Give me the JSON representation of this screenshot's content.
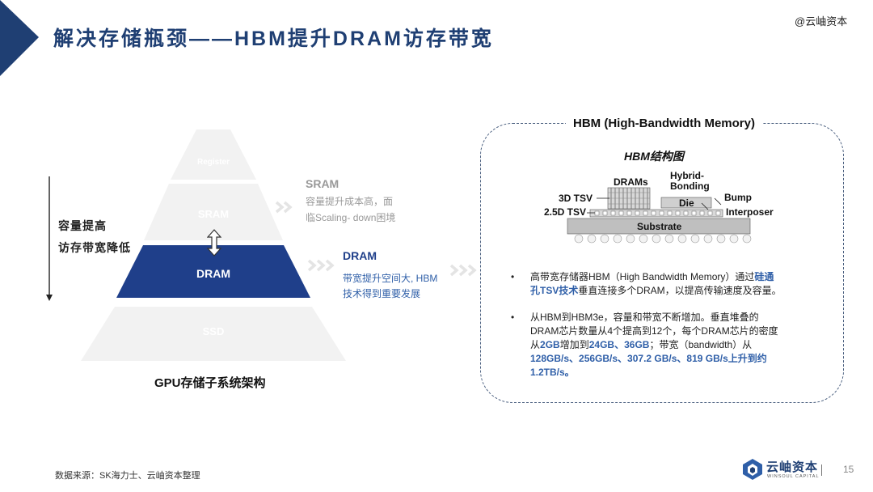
{
  "header": {
    "title": "解决存储瓶颈——HBM提升DRAM访存带宽",
    "watermark": "@云岫资本"
  },
  "pyramid": {
    "levels": [
      "Register",
      "SRAM",
      "DRAM",
      "SSD"
    ],
    "caption": "GPU存储子系统架构",
    "left_label_1": "容量提高",
    "left_label_2": "访存带宽降低"
  },
  "sram_note": {
    "heading": "SRAM",
    "line1": "容量提升成本高，面",
    "line2": "临Scaling- down困境"
  },
  "dram_note": {
    "heading": "DRAM",
    "line1": "带宽提升空间大, HBM",
    "line2": "技术得到重要发展"
  },
  "hbm_box": {
    "title": "HBM (High-Bandwidth Memory)",
    "diagram_title": "HBM结构图",
    "labels": {
      "drams": "DRAMs",
      "hybrid": "Hybrid-",
      "bonding": "Bonding",
      "tsv3d": "3D TSV",
      "tsv25d": "2.5D TSV",
      "die": "Die",
      "bump": "Bump",
      "interposer": "Interposer",
      "substrate": "Substrate"
    },
    "bullet_mark": "•",
    "bullet1": {
      "l1_a": "高带宽存储器HBM（High Bandwidth Memory）通过",
      "l1_b": "硅通",
      "l2_a": "孔TSV技术",
      "l2_b": "垂直连接多个DRAM，以提高传输速度及容量。"
    },
    "bullet2": {
      "l1": "从HBM到HBM3e，容量和带宽不断增加。垂直堆叠的",
      "l2": "DRAM芯片数量从4个提高到12个，每个DRAM芯片的密度",
      "l3_a": "从",
      "l3_b": "2GB",
      "l3_c": "增加到",
      "l3_d": "24GB",
      "l3_e": "、",
      "l3_f": "36GB",
      "l3_g": "；带宽（bandwidth）从",
      "l4": "128GB/s、256GB/s、307.2 GB/s、819 GB/s上升到约",
      "l5": "1.2TB/s。"
    }
  },
  "footer": {
    "source": "数据来源：SK海力士、云岫资本整理",
    "logo_cn": "云岫资本",
    "logo_en": "WINSOUL CAPITAL",
    "page": "15"
  },
  "colors": {
    "navy": "#1f3f73",
    "dram_fill": "#1f3f8a",
    "faded": "#f0f0f0",
    "highlight": "#2f5fa8"
  }
}
